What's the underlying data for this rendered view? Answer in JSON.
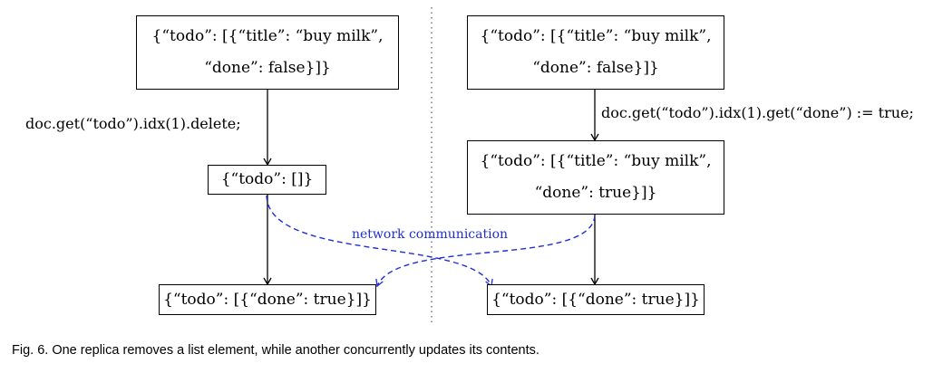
{
  "left": {
    "box_top": [
      "{“todo”: [{“title”: “buy milk”,",
      "“done”: false}]}"
    ],
    "operation": "doc.get(“todo”).idx(1).delete;",
    "box_middle": "{“todo”: []}",
    "box_bottom": "{“todo”: [{“done”: true}]}"
  },
  "right": {
    "box_top": [
      "{“todo”: [{“title”: “buy milk”,",
      "“done”: false}]}"
    ],
    "operation": "doc.get(“todo”).idx(1).get(“done”) := true;",
    "box_middle": [
      "{“todo”: [{“title”: “buy milk”,",
      "“done”: true}]}"
    ],
    "box_bottom": "{“todo”: [{“done”: true}]}"
  },
  "network_label": "network communication",
  "caption": "Fig. 6. One replica removes a list element, while another concurrently updates its contents.",
  "colors": {
    "network": "#1f2fd6",
    "lines": "#000000"
  }
}
